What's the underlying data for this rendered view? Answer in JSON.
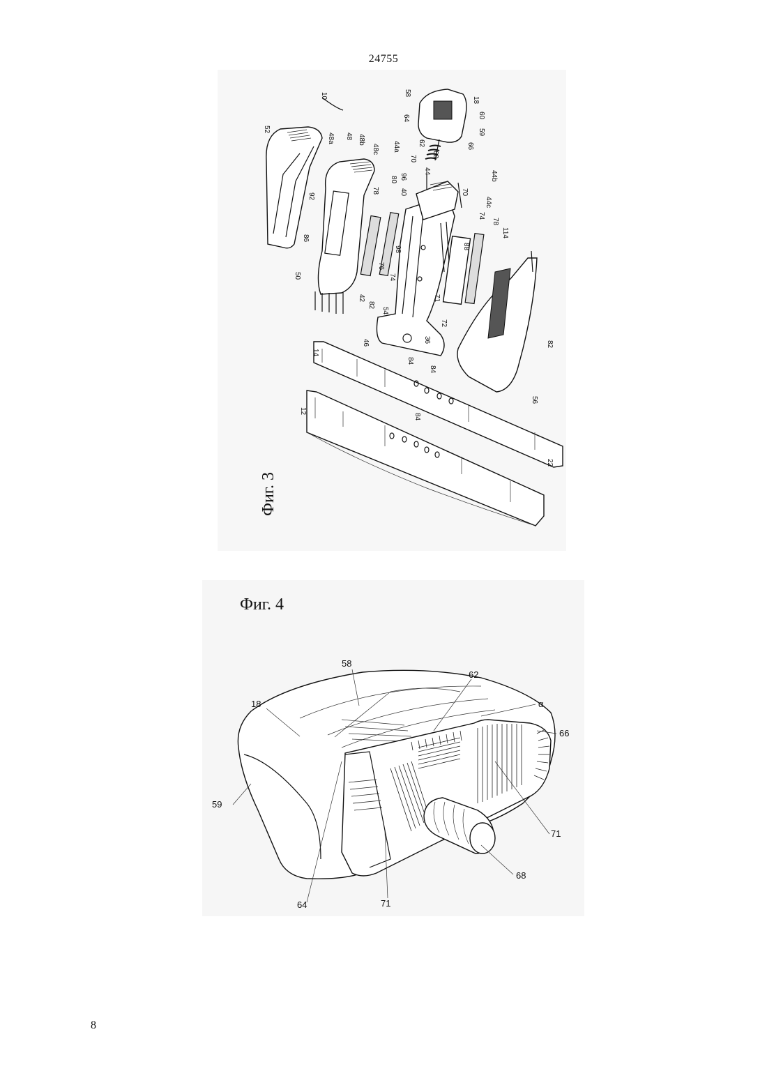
{
  "header": {
    "page_number_top": "24755"
  },
  "footer": {
    "page_number_bottom": "8"
  },
  "figure3": {
    "title": "Фиг. 3",
    "labels": [
      "10",
      "58",
      "18",
      "60",
      "59",
      "66",
      "64",
      "62",
      "68",
      "52",
      "48a",
      "48",
      "48b",
      "48c",
      "44a",
      "70",
      "44",
      "44b",
      "70",
      "44c",
      "92",
      "78",
      "80",
      "96",
      "40",
      "74",
      "78",
      "114",
      "86",
      "98",
      "88",
      "76",
      "74",
      "71",
      "72",
      "50",
      "42",
      "82",
      "54",
      "46",
      "36",
      "84",
      "14",
      "84",
      "82",
      "56",
      "12",
      "84",
      "22"
    ]
  },
  "figure4": {
    "title": "Фиг. 4",
    "labels": [
      "58",
      "62",
      "α",
      "18",
      "66",
      "59",
      "71",
      "68",
      "64",
      "71"
    ]
  }
}
